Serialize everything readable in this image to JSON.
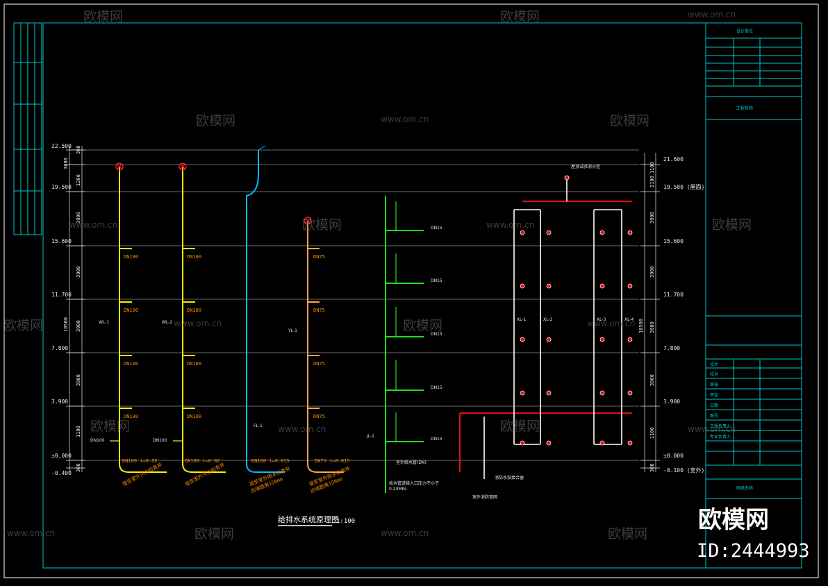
{
  "drawing": {
    "title": "给排水系统原理图",
    "scale": "1:100"
  },
  "levels_left": [
    "22.500",
    "19.500",
    "15.600",
    "11.700",
    "7.800",
    "3.900",
    "±0.000",
    "-0.400"
  ],
  "levels_right": [
    "21.600",
    "19.500 (屋面)",
    "15.600",
    "11.700",
    "7.800",
    "3.900",
    "±0.000",
    "-0.100 (室外)"
  ],
  "dims_left": [
    "300",
    "3000",
    "1200",
    "3900",
    "3900",
    "3900",
    "3900",
    "10500",
    "1100",
    "300"
  ],
  "dims_right": [
    "1100",
    "2100",
    "3900",
    "3900",
    "3900",
    "3900",
    "10500",
    "1100",
    "300"
  ],
  "risers": {
    "wl1": {
      "tag": "WL-1",
      "pipe": "DN100",
      "note": "接至室外污水检查井",
      "slope": "DN100 i=0.02"
    },
    "wl2": {
      "tag": "WL-2",
      "pipe": "DN100",
      "note": "接至室外污水检查井",
      "slope": "DN100 i=0.02"
    },
    "fl1": {
      "tag": "FL-1",
      "note": "接至室外雨水检查井",
      "slope": "DN100 i=0.015",
      "sub": "出墙距离150mm"
    },
    "yl1": {
      "tag": "YL-1",
      "note": "接至室外雨水检查井",
      "slope": "DN75 i=0.015",
      "sub": "出墙距离150mm"
    },
    "jl1": {
      "tag": "JL-1",
      "note1": "给水管道接入口压力不小于",
      "note2": "0.20MPa",
      "label": "室外给水管(DN)"
    }
  },
  "branch_labels": [
    "DN100",
    "DN100",
    "DN100",
    "DN100",
    "DN75",
    "DN75",
    "DN75",
    "DN75",
    "DN15",
    "DN15",
    "DN15",
    "DN15",
    "DN15"
  ],
  "fire": {
    "tags": [
      "XL-1",
      "XL-2",
      "XL-3",
      "XL-4"
    ],
    "notes": [
      "屋顶试验消火栓",
      "消防水泵接合器",
      "室外消防管网"
    ]
  },
  "title_block": {
    "rows": [
      "设计单位",
      "工程名称",
      "图纸名称",
      "设计",
      "校对",
      "审核",
      "审定",
      "日期",
      "图号",
      "工程负责人",
      "专业负责人"
    ]
  },
  "watermarks": {
    "brand": "欧模网",
    "url": "www.om.cn",
    "id": "ID:2444993"
  },
  "colors": {
    "frame": "#00c8c8",
    "waste": "#ffee00",
    "rain": "#00bfff",
    "storm": "#ffa64d",
    "supply": "#20e020",
    "fire": "#ffffff",
    "fire_main": "#e01010",
    "text": "#e8e8e8"
  }
}
